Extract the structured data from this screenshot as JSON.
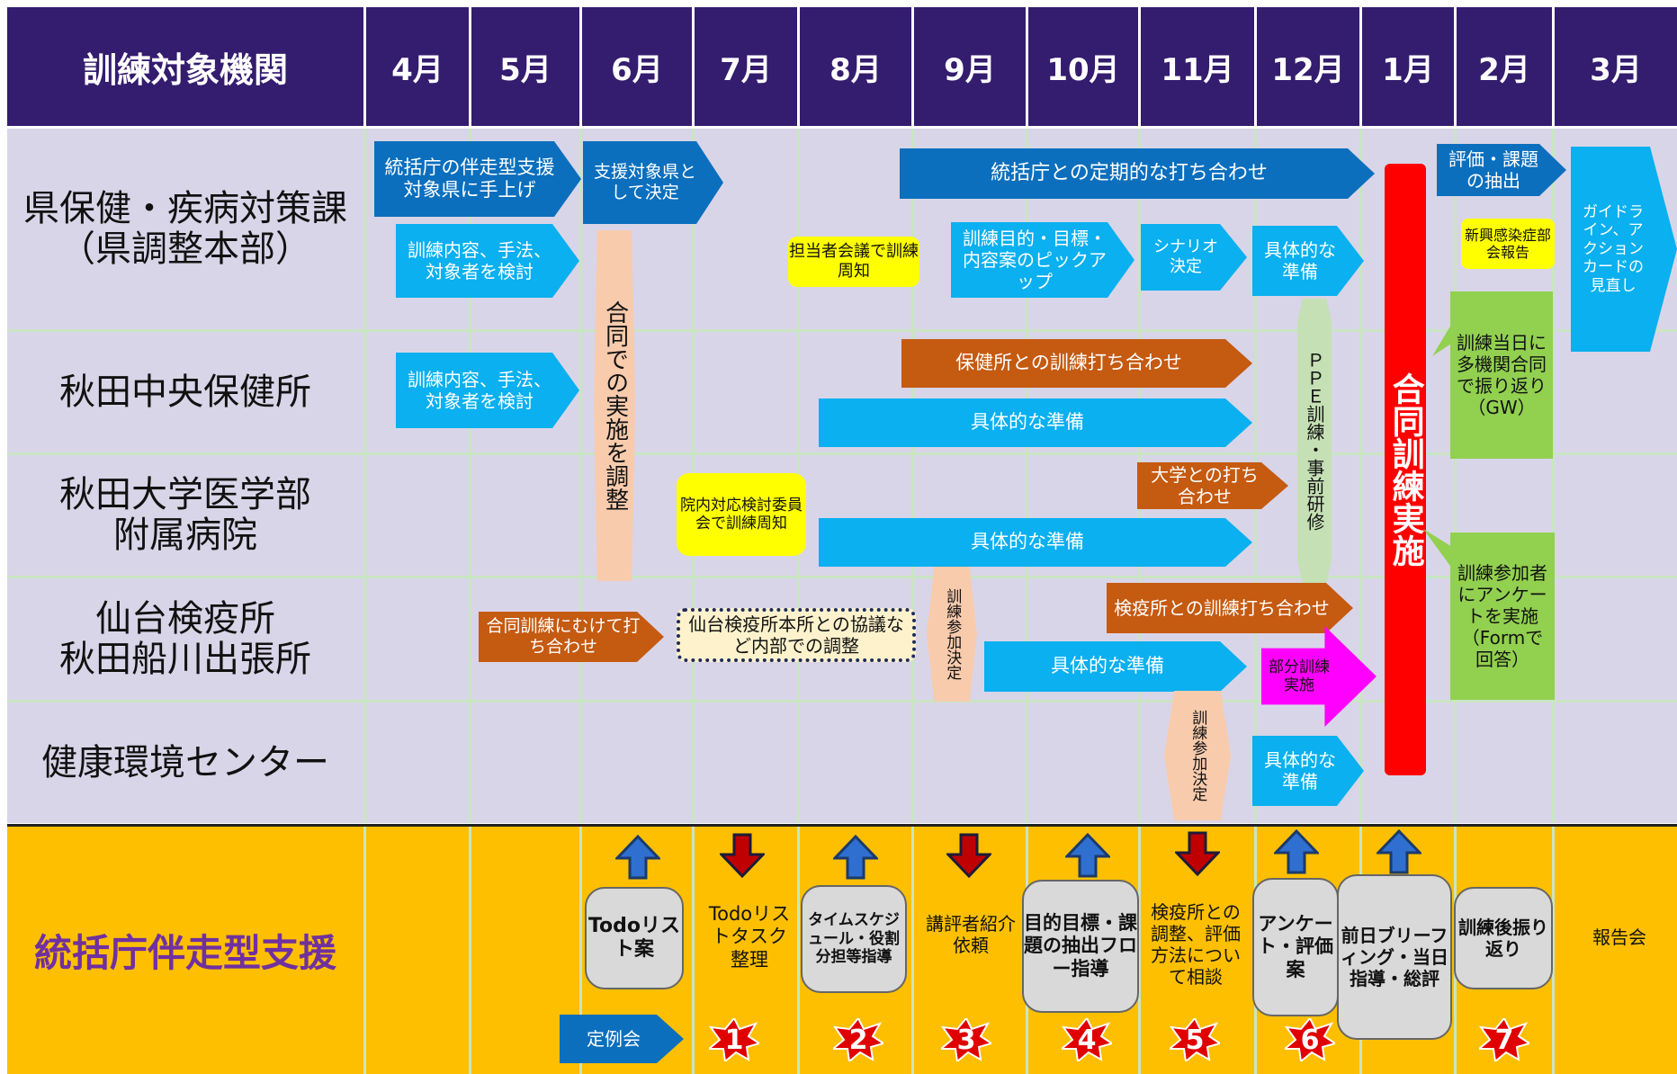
{
  "header": {
    "title": "訓練対象機関",
    "months": [
      "4月",
      "5月",
      "6月",
      "7月",
      "8月",
      "9月",
      "10月",
      "11月",
      "12月",
      "1月",
      "2月",
      "3月"
    ]
  },
  "organizations": [
    {
      "label": "県保健・疾病対策課\n（県調整本部）"
    },
    {
      "label": "秋田中央保健所"
    },
    {
      "label": "秋田大学医学部\n附属病院"
    },
    {
      "label": "仙台検疫所\n秋田船川出張所"
    },
    {
      "label": "健康環境センター"
    }
  ],
  "support_row_label": "統括庁伴走型支援",
  "shapes": {
    "s1": "統括庁の伴走型支援対象県に手上げ",
    "s2": "支援対象県として決定",
    "s3": "統括庁との定期的な打ち合わせ",
    "s4": "評価・課題の抽出",
    "s5": "ガイドライン、アクションカードの見直し",
    "s6": "訓練内容、手法、対象者を検討",
    "s7": "担当者会議で訓練周知",
    "s8": "訓練目的・目標・内容案のピックアップ",
    "s9": "シナリオ決定",
    "s10": "具体的な準備",
    "s11": "新興感染症部会報告",
    "s12": "合同での実施を調整",
    "s13": "ＰＰＥ訓練・事前研修",
    "s14": "合同訓練実施",
    "s15": "訓練当日に多機関合同で振り返り（GW）",
    "s16": "訓練内容、手法、対象者を検討",
    "s17": "保健所との訓練打ち合わせ",
    "s18": "具体的な準備",
    "s19": "院内対応検討委員会で訓練周知",
    "s20": "大学との打ち合わせ",
    "s21": "具体的な準備",
    "s22": "訓練参加者にアンケートを実施（Formで回答）",
    "s23": "合同訓練にむけて打ち合わせ",
    "s24": "仙台検疫所本所との協議など内部での調整",
    "s25": "訓練参加決定",
    "s26": "検疫所との訓練打ち合わせ",
    "s27": "具体的な準備",
    "s28": "部分訓練実施",
    "s29": "訓練参加決定",
    "s30": "具体的な準備"
  },
  "support_items": [
    {
      "text": "Todoリスト案",
      "dir": "up"
    },
    {
      "text": "Todoリストタスク整理",
      "dir": "down"
    },
    {
      "text": "タイムスケジュール・役割分担等指導",
      "dir": "up"
    },
    {
      "text": "講評者紹介依頼",
      "dir": "down"
    },
    {
      "text": "目的目標・課題の抽出フロー指導",
      "dir": "up"
    },
    {
      "text": "検疫所との調整、評価方法について相談",
      "dir": "down"
    },
    {
      "text": "アンケート・評価案",
      "dir": "up"
    },
    {
      "text": "前日ブリーフィング・当日指導・総評",
      "dir": "up"
    },
    {
      "text": "訓練後振り返り",
      "dir": "none"
    },
    {
      "text": "報告会",
      "dir": "none"
    }
  ],
  "regular_meeting_label": "定例会",
  "meeting_numbers": [
    "1",
    "2",
    "3",
    "4",
    "5",
    "6",
    "7"
  ],
  "colors": {
    "header_bg": "#341c6e",
    "body_bg": "#d9d5e8",
    "footer_bg": "#fdbf00",
    "support_label": "#7030a0",
    "arrow_up": "#2f6fd0",
    "arrow_down": "#c00000",
    "star_red": "#e00000"
  }
}
